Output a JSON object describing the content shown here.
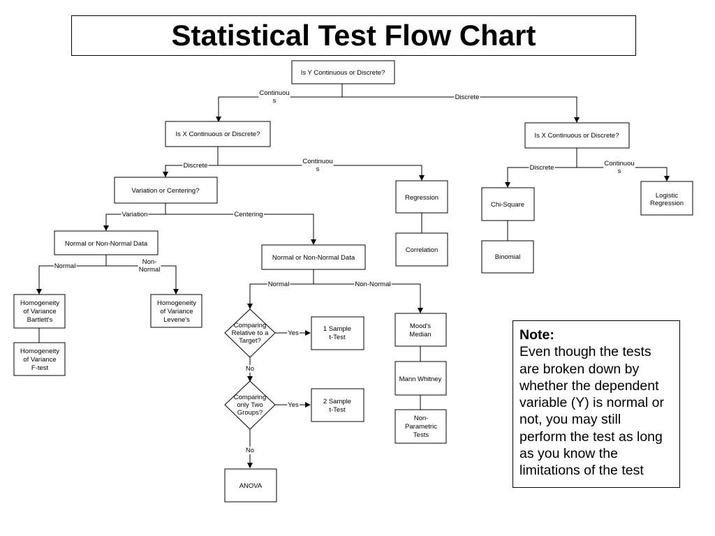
{
  "title": "Statistical Test Flow Chart",
  "note": {
    "heading": "Note:",
    "lines": [
      "Even though the tests",
      "are broken down by",
      "whether the dependent",
      "variable (Y) is normal or",
      "not, you may still",
      "perform the test as long",
      "as you know the",
      "limitations of the test"
    ]
  },
  "nodes": {
    "y_type": [
      "Is Y Continuous or Discrete?"
    ],
    "x_type_left": [
      "Is X Continuous or Discrete?"
    ],
    "x_type_right": [
      "Is X Continuous or Discrete?"
    ],
    "variation_centering": [
      "Variation or Centering?"
    ],
    "regression": [
      "Regression"
    ],
    "correlation": [
      "Correlation"
    ],
    "chi_square": [
      "Chi-Square"
    ],
    "binomial": [
      "Binomial"
    ],
    "logistic_regression": [
      "Logistic",
      "Regression"
    ],
    "normality_variation": [
      "Normal or Non-Normal Data"
    ],
    "normality_centering": [
      "Normal or Non-Normal Data"
    ],
    "hov_bartlett": [
      "Homogeneity",
      "of Variance",
      "Bartlett's"
    ],
    "hov_ftest": [
      "Homogeneity",
      "of Variance",
      "F-test"
    ],
    "hov_levene": [
      "Homogeneity",
      "of Variance",
      "Levene's"
    ],
    "compare_target": [
      "Comparing",
      "Relative to a",
      "Target?"
    ],
    "compare_two": [
      "Comparing",
      "only Two",
      "Groups?"
    ],
    "one_sample_t": [
      "1 Sample",
      "t-Test"
    ],
    "two_sample_t": [
      "2 Sample",
      "t-Test"
    ],
    "anova": [
      "ANOVA"
    ],
    "moods_median": [
      "Mood's",
      "Median"
    ],
    "mann_whitney": [
      "Mann Whitney"
    ],
    "nonparametric": [
      "Non-",
      "Parametric",
      "Tests"
    ]
  },
  "edge_labels": {
    "y_continuous": [
      "Continuou",
      "s"
    ],
    "y_discrete": [
      "Discrete"
    ],
    "xl_discrete": [
      "Discrete"
    ],
    "xl_continuous": [
      "Continuou",
      "s"
    ],
    "xr_discrete": [
      "Discrete"
    ],
    "xr_continuous": [
      "Continuou",
      "s"
    ],
    "variation": [
      "Variation"
    ],
    "centering": [
      "Centering"
    ],
    "var_normal": [
      "Normal"
    ],
    "var_nonnormal": [
      "Non-",
      "Normal"
    ],
    "cen_normal": [
      "Normal"
    ],
    "cen_nonnormal": [
      "Non-Normal"
    ],
    "target_yes": [
      "Yes"
    ],
    "target_no": [
      "No"
    ],
    "two_yes": [
      "Yes"
    ],
    "two_no": [
      "No"
    ]
  }
}
